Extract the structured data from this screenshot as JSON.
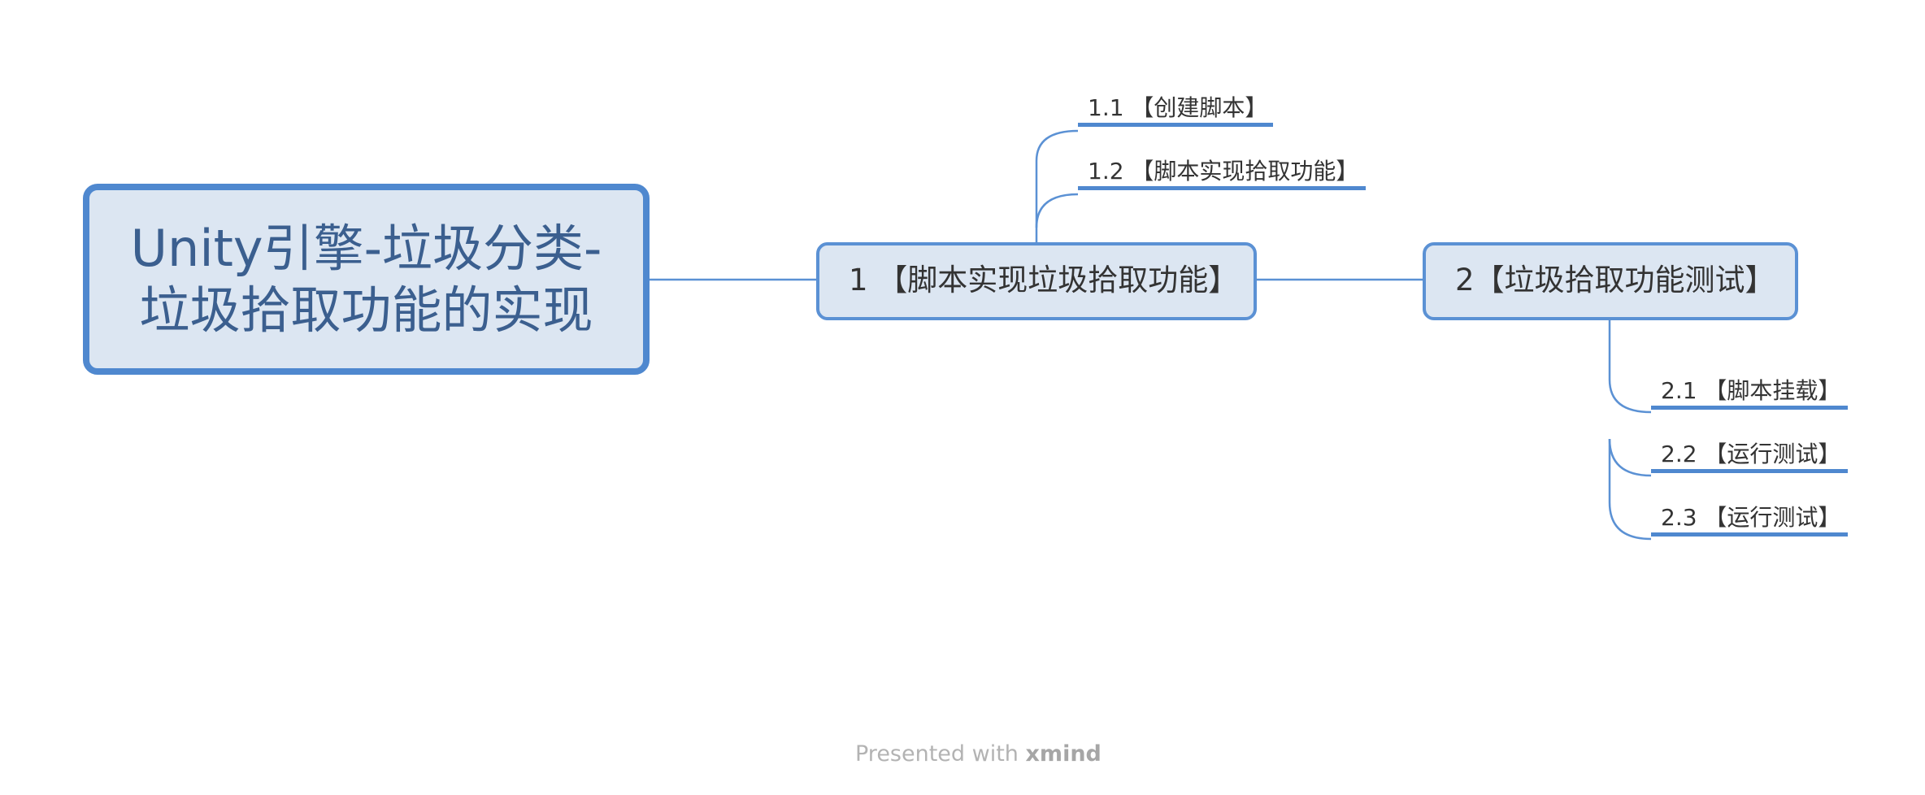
{
  "root": {
    "text": "Unity引擎-垃圾分类-垃圾拾取功能的实现"
  },
  "topics": [
    {
      "label": "1 【脚本实现垃圾拾取功能】",
      "subtopics": [
        "1.1 【创建脚本】",
        "1.2 【脚本实现拾取功能】"
      ]
    },
    {
      "label": "2【垃圾拾取功能测试】",
      "subtopics": [
        "2.1 【脚本挂载】",
        "2.2 【运行测试】",
        "2.3 【运行测试】"
      ]
    }
  ],
  "footer": {
    "prefix": "Presented with",
    "brand": "xmind"
  },
  "colors": {
    "connector": "#5b91d4",
    "node_fill": "#dce6f2",
    "root_border": "#4f88cf",
    "root_text": "#3b5f8f"
  }
}
